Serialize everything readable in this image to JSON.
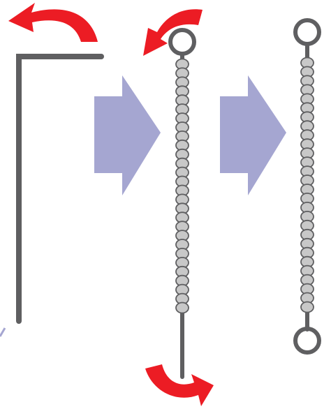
{
  "colors": {
    "wire": "#5f5f61",
    "bead_fill": "#c8c8c8",
    "bead_stroke": "#5f5f61",
    "step_arrow": "#a5a6d1",
    "bend_arrow": "#ec1c24",
    "background": "#ffffff"
  },
  "diagram": {
    "steps": [
      {
        "id": "step-1",
        "description_icon": "bent-wire"
      },
      {
        "id": "step-2",
        "description_icon": "beaded-wire-top-loop"
      },
      {
        "id": "step-3",
        "description_icon": "beaded-wire-both-loops"
      }
    ],
    "bead_count": 28,
    "arrows": [
      "bend-arrow-top-left",
      "bend-arrow-top-loop",
      "bend-arrow-bottom"
    ]
  }
}
